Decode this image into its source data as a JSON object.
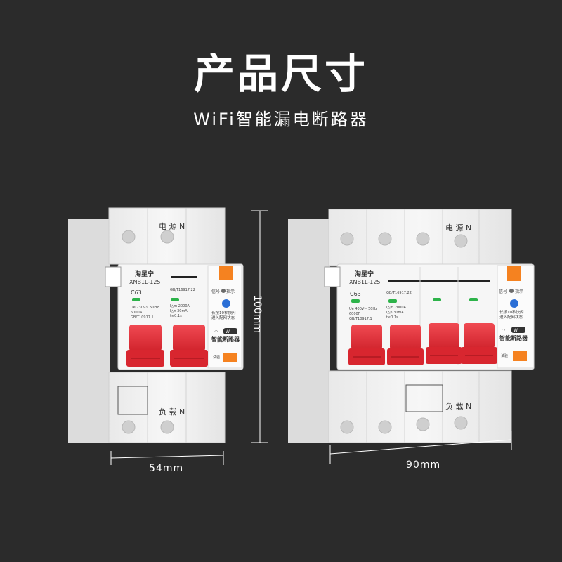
{
  "header": {
    "title": "产品尺寸",
    "subtitle": "WiFi智能漏电断路器"
  },
  "dimensions": {
    "height_label": "100mm",
    "width_small_label": "54mm",
    "width_large_label": "90mm"
  },
  "breaker_small": {
    "brand": "淘星宁",
    "model": "XNB1L-125",
    "rating": "C63",
    "spec_left": [
      "Ue 230V~ 50Hz",
      "6000A",
      "GB/T10917.1"
    ],
    "spec_right": [
      "GB/T16917.22",
      "I△m 2000A",
      "I△n 30mA",
      "t≤0.1s"
    ],
    "signal_label": "信号",
    "indicator_label": "指示",
    "instruction": [
      "长按10秒快闪",
      "进入配网状态"
    ],
    "wifi_badge": "Wi",
    "smart_label": "智能断路器",
    "top_label": "电 源 N",
    "bottom_label": "负 载 N",
    "test_label": "试验"
  },
  "breaker_large": {
    "brand": "淘星宁",
    "model": "XNB1L-125",
    "rating": "C63",
    "spec_left": [
      "Ue 400V~ 50Hz",
      "6000F",
      "GB/T10917.1"
    ],
    "spec_right": [
      "GB/T16917.22",
      "I△m 2000A",
      "I△n 30mA",
      "t≤0.1s"
    ],
    "signal_label": "信号",
    "indicator_label": "指示",
    "instruction": [
      "长按10秒快闪",
      "进入配网状态"
    ],
    "wifi_badge": "Wi",
    "smart_label": "智能断路器",
    "top_label": "电 源 N",
    "bottom_label": "负 载 N",
    "test_label": "试验"
  },
  "colors": {
    "background": "#2b2b2b",
    "body": "#f2f2f2",
    "handle": "#e8313a",
    "orange": "#f58220",
    "led_green": "#2db34a",
    "button_blue": "#2b6fd6"
  }
}
